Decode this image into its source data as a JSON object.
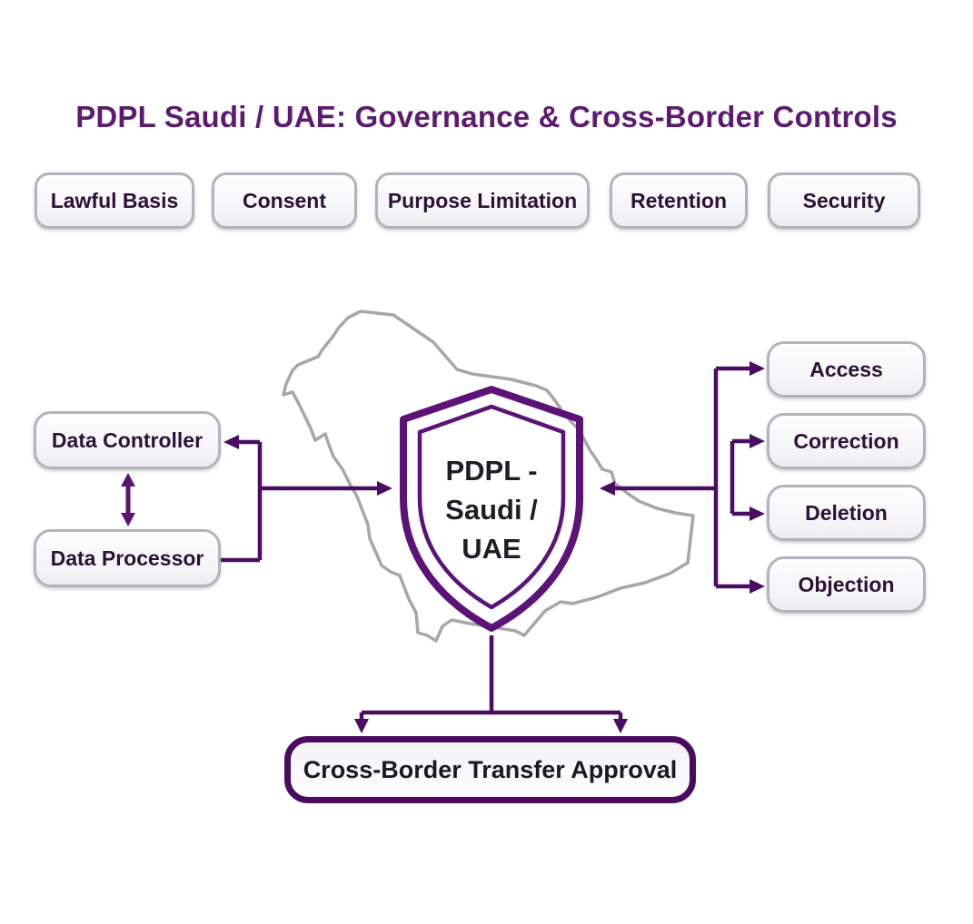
{
  "title": "PDPL Saudi / UAE: Governance & Cross-Border Controls",
  "principles": {
    "items": [
      {
        "label": "Lawful Basis"
      },
      {
        "label": "Consent"
      },
      {
        "label": "Purpose Limitation"
      },
      {
        "label": "Retention"
      },
      {
        "label": "Security"
      }
    ]
  },
  "actors": {
    "controller": {
      "label": "Data Controller"
    },
    "processor": {
      "label": "Data Processor"
    }
  },
  "shield": {
    "line1": "PDPL -",
    "line2": "Saudi /",
    "line3": "UAE"
  },
  "rights": {
    "items": [
      {
        "label": "Access"
      },
      {
        "label": "Correction"
      },
      {
        "label": "Deletion"
      },
      {
        "label": "Objection"
      }
    ]
  },
  "cross_border": {
    "label": "Cross-Border Transfer Approval"
  },
  "icons": {
    "shield": "shield-outline-icon",
    "map": "saudi-arabia-map-outline-icon",
    "bidirectional_arrow": "double-headed-arrow-icon"
  },
  "colors": {
    "title_purple": "#5d1b70",
    "shield_purple": "#5c1377",
    "arrow_purple": "#4b0d62",
    "node_border_gray": "#b3b3bc",
    "node_text_purple": "#2d1136",
    "map_gray": "#a6a6ac",
    "dark_text": "#1e1e23",
    "background": "#ffffff"
  }
}
